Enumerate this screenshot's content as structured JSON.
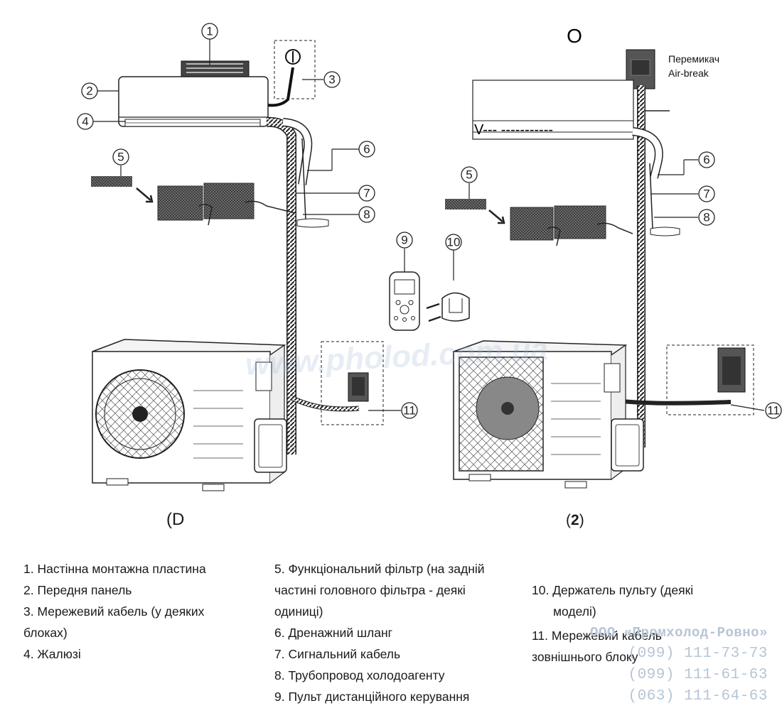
{
  "diagram": {
    "top_letter": "O",
    "airbreak_label": [
      "Перемикач",
      "Air-break"
    ],
    "indoor2_text": "V---   -----------",
    "caption_left": "(D",
    "caption_right_open": "(",
    "caption_right_bold": "2",
    "caption_right_close": ")",
    "callouts_left": [
      "1",
      "2",
      "3",
      "4",
      "5",
      "6",
      "7",
      "8",
      "11"
    ],
    "callouts_center": [
      "9",
      "10"
    ],
    "callouts_right": [
      "5",
      "6",
      "7",
      "8",
      "11"
    ]
  },
  "legend": {
    "col1": [
      "1.   Настінна монтажна пластина",
      "2.    Передня панель",
      "3.   Мережевий кабель  (у деяких",
      "блоках)",
      "4.   Жалюзі"
    ],
    "col2": [
      "5.    Функціональний фільтр (на задній",
      "частині головного фільтра - деякі",
      "одиниці)",
      "6.    Дренажний шланг",
      "7.   Сигнальний кабель",
      "8.   Трубопровод холодоагенту",
      "9.  Пульт дистанційного керування"
    ],
    "col3": [
      "10.  Держатель пульту (деякі",
      "моделі)",
      "11. Мережевий кабель",
      "зовнішнього блоку"
    ]
  },
  "watermark": {
    "url": "www.pholod.com.ua",
    "company": "ООО «Промхолод-Ровно»",
    "phones": [
      "(099) 111-73-73",
      "(099) 111-61-63",
      "(063) 111-64-63"
    ]
  }
}
